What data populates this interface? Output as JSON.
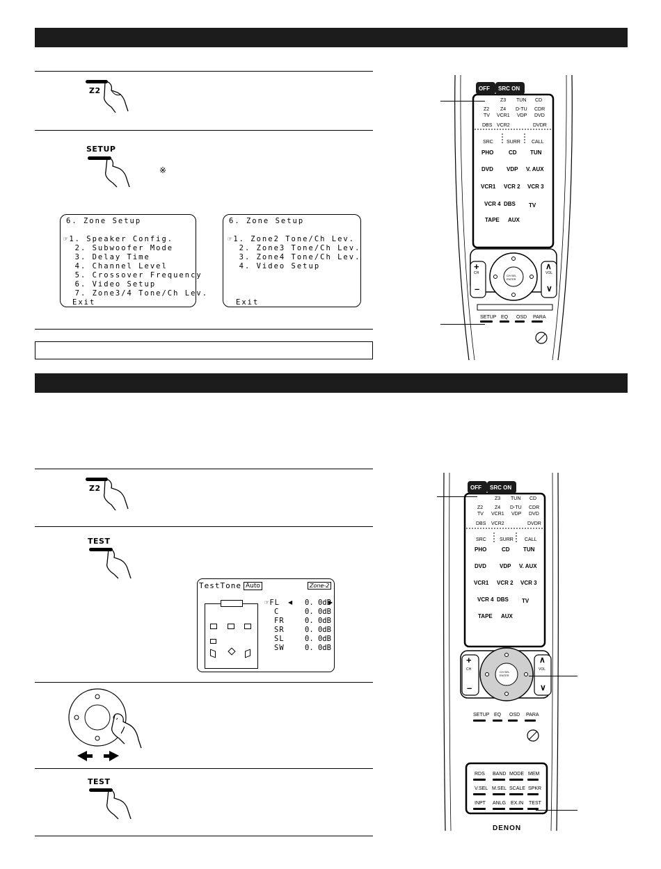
{
  "section1": {
    "step1_button": "Z2",
    "step2_button": "SETUP",
    "step2_note_mark": "※",
    "screen_a": {
      "title": "6. Zone Setup",
      "items": [
        "☞1. Speaker Config.",
        "  2. Subwoofer Mode",
        "  3. Delay Time",
        "  4. Channel Level",
        "  5. Crossover Frequency",
        "  6. Video Setup",
        "  7. Zone3/4 Tone/Ch Lev."
      ],
      "exit": "Exit"
    },
    "screen_b": {
      "title": "6. Zone Setup",
      "items": [
        "☞1. Zone2 Tone/Ch Lev.",
        "  2. Zone3 Tone/Ch Lev.",
        "  3. Zone4 Tone/Ch Lev.",
        "  4. Video Setup"
      ],
      "exit": "Exit"
    }
  },
  "section2": {
    "step1_button": "Z2",
    "step2_button": "TEST",
    "step4_button": "TEST",
    "test_screen": {
      "title": "TestTone",
      "mode": "Auto",
      "zone": "Zone-2",
      "channels": [
        {
          "ch": "☞FL",
          "val": "0. 0dB"
        },
        {
          "ch": "C",
          "val": "0. 0dB"
        },
        {
          "ch": "FR",
          "val": "0. 0dB"
        },
        {
          "ch": "SR",
          "val": "0. 0dB"
        },
        {
          "ch": "SL",
          "val": "0. 0dB"
        },
        {
          "ch": "SW",
          "val": "0. 0dB"
        }
      ]
    }
  },
  "remote": {
    "off": "OFF",
    "src_on": "SRC ON",
    "zone_row1": [
      "Z3",
      "TUN",
      "CD"
    ],
    "zone_row2a": [
      "Z2",
      "Z4",
      "D-TU",
      "CDR"
    ],
    "zone_row2b": [
      "TV",
      "VCR1",
      "VDP",
      "DVD"
    ],
    "zone_row3": [
      "DBS",
      "VCR2",
      "DVDR"
    ],
    "func_row": [
      "SRC",
      "SURR",
      "CALL"
    ],
    "src_rows": [
      [
        "PHO",
        "CD",
        "TUN"
      ],
      [
        "DVD",
        "VDP",
        "V. AUX"
      ],
      [
        "VCR1",
        "VCR 2",
        "VCR 3"
      ],
      [
        "VCR 4",
        "DBS",
        "TV"
      ],
      [
        "TAPE",
        "AUX"
      ]
    ],
    "ch": "CH",
    "vol": "VOL",
    "enter": "CH SEL\nENTER",
    "menu_row": [
      "SETUP",
      "EQ",
      "OSD",
      "PARA"
    ],
    "lower_rows": [
      [
        "RDS",
        "BAND",
        "MODE",
        "MEM"
      ],
      [
        "V.SEL",
        "M.SEL",
        "SCALE",
        "SPKR"
      ],
      [
        "INPT",
        "ANLG",
        "EX.IN",
        "TEST"
      ]
    ],
    "brand": "DENON"
  }
}
